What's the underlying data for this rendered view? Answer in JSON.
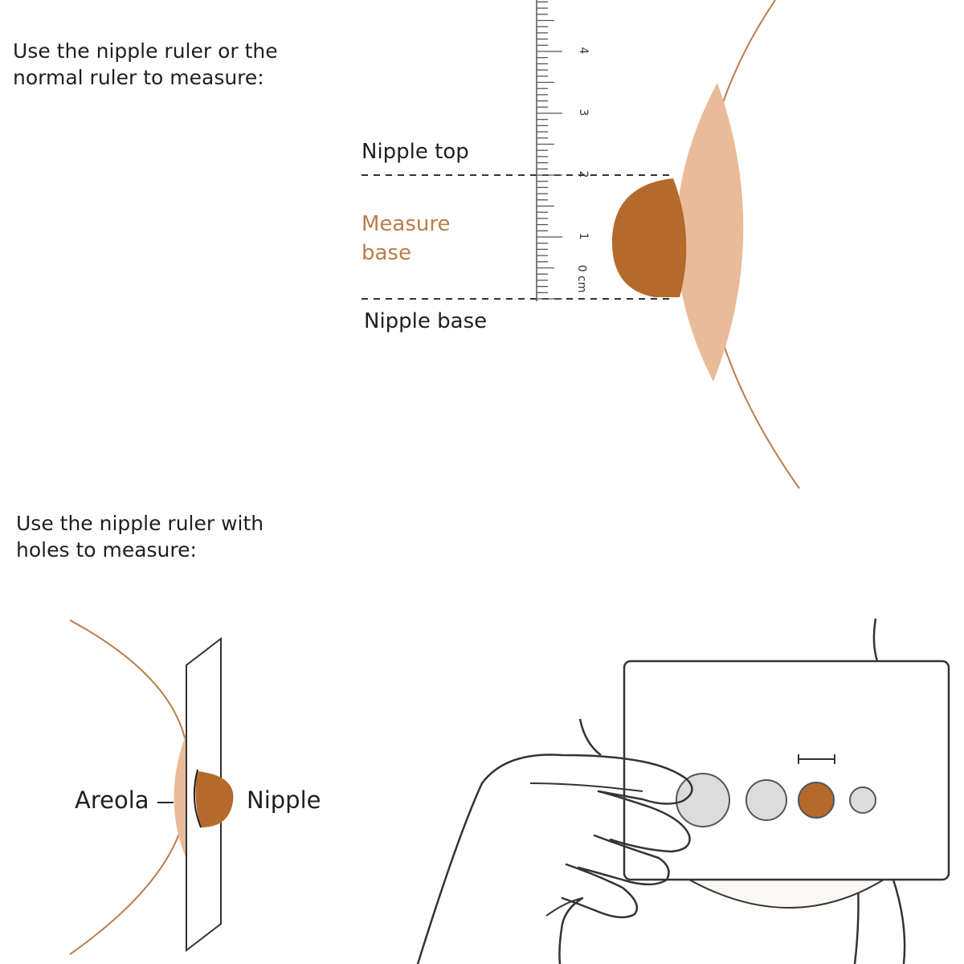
{
  "colors": {
    "accent": "#b56a2b",
    "areola": "#e9bb98",
    "outline": "#b97d4a",
    "text": "#1f1f1f",
    "circle_grey": "#dcdcdc"
  },
  "section_ruler": {
    "heading": "Use the nipple ruler or the\nnormal ruler to measure:",
    "label_top": "Nipple top",
    "label_measure": "Measure\nbase",
    "label_base": "Nipple base",
    "ruler_ticks": [
      "0 cm",
      "1",
      "2",
      "3",
      "4"
    ]
  },
  "section_holes": {
    "heading": "Use the nipple ruler with\nholes to measure:",
    "label_areola": "Areola",
    "label_nipple": "Nipple"
  }
}
